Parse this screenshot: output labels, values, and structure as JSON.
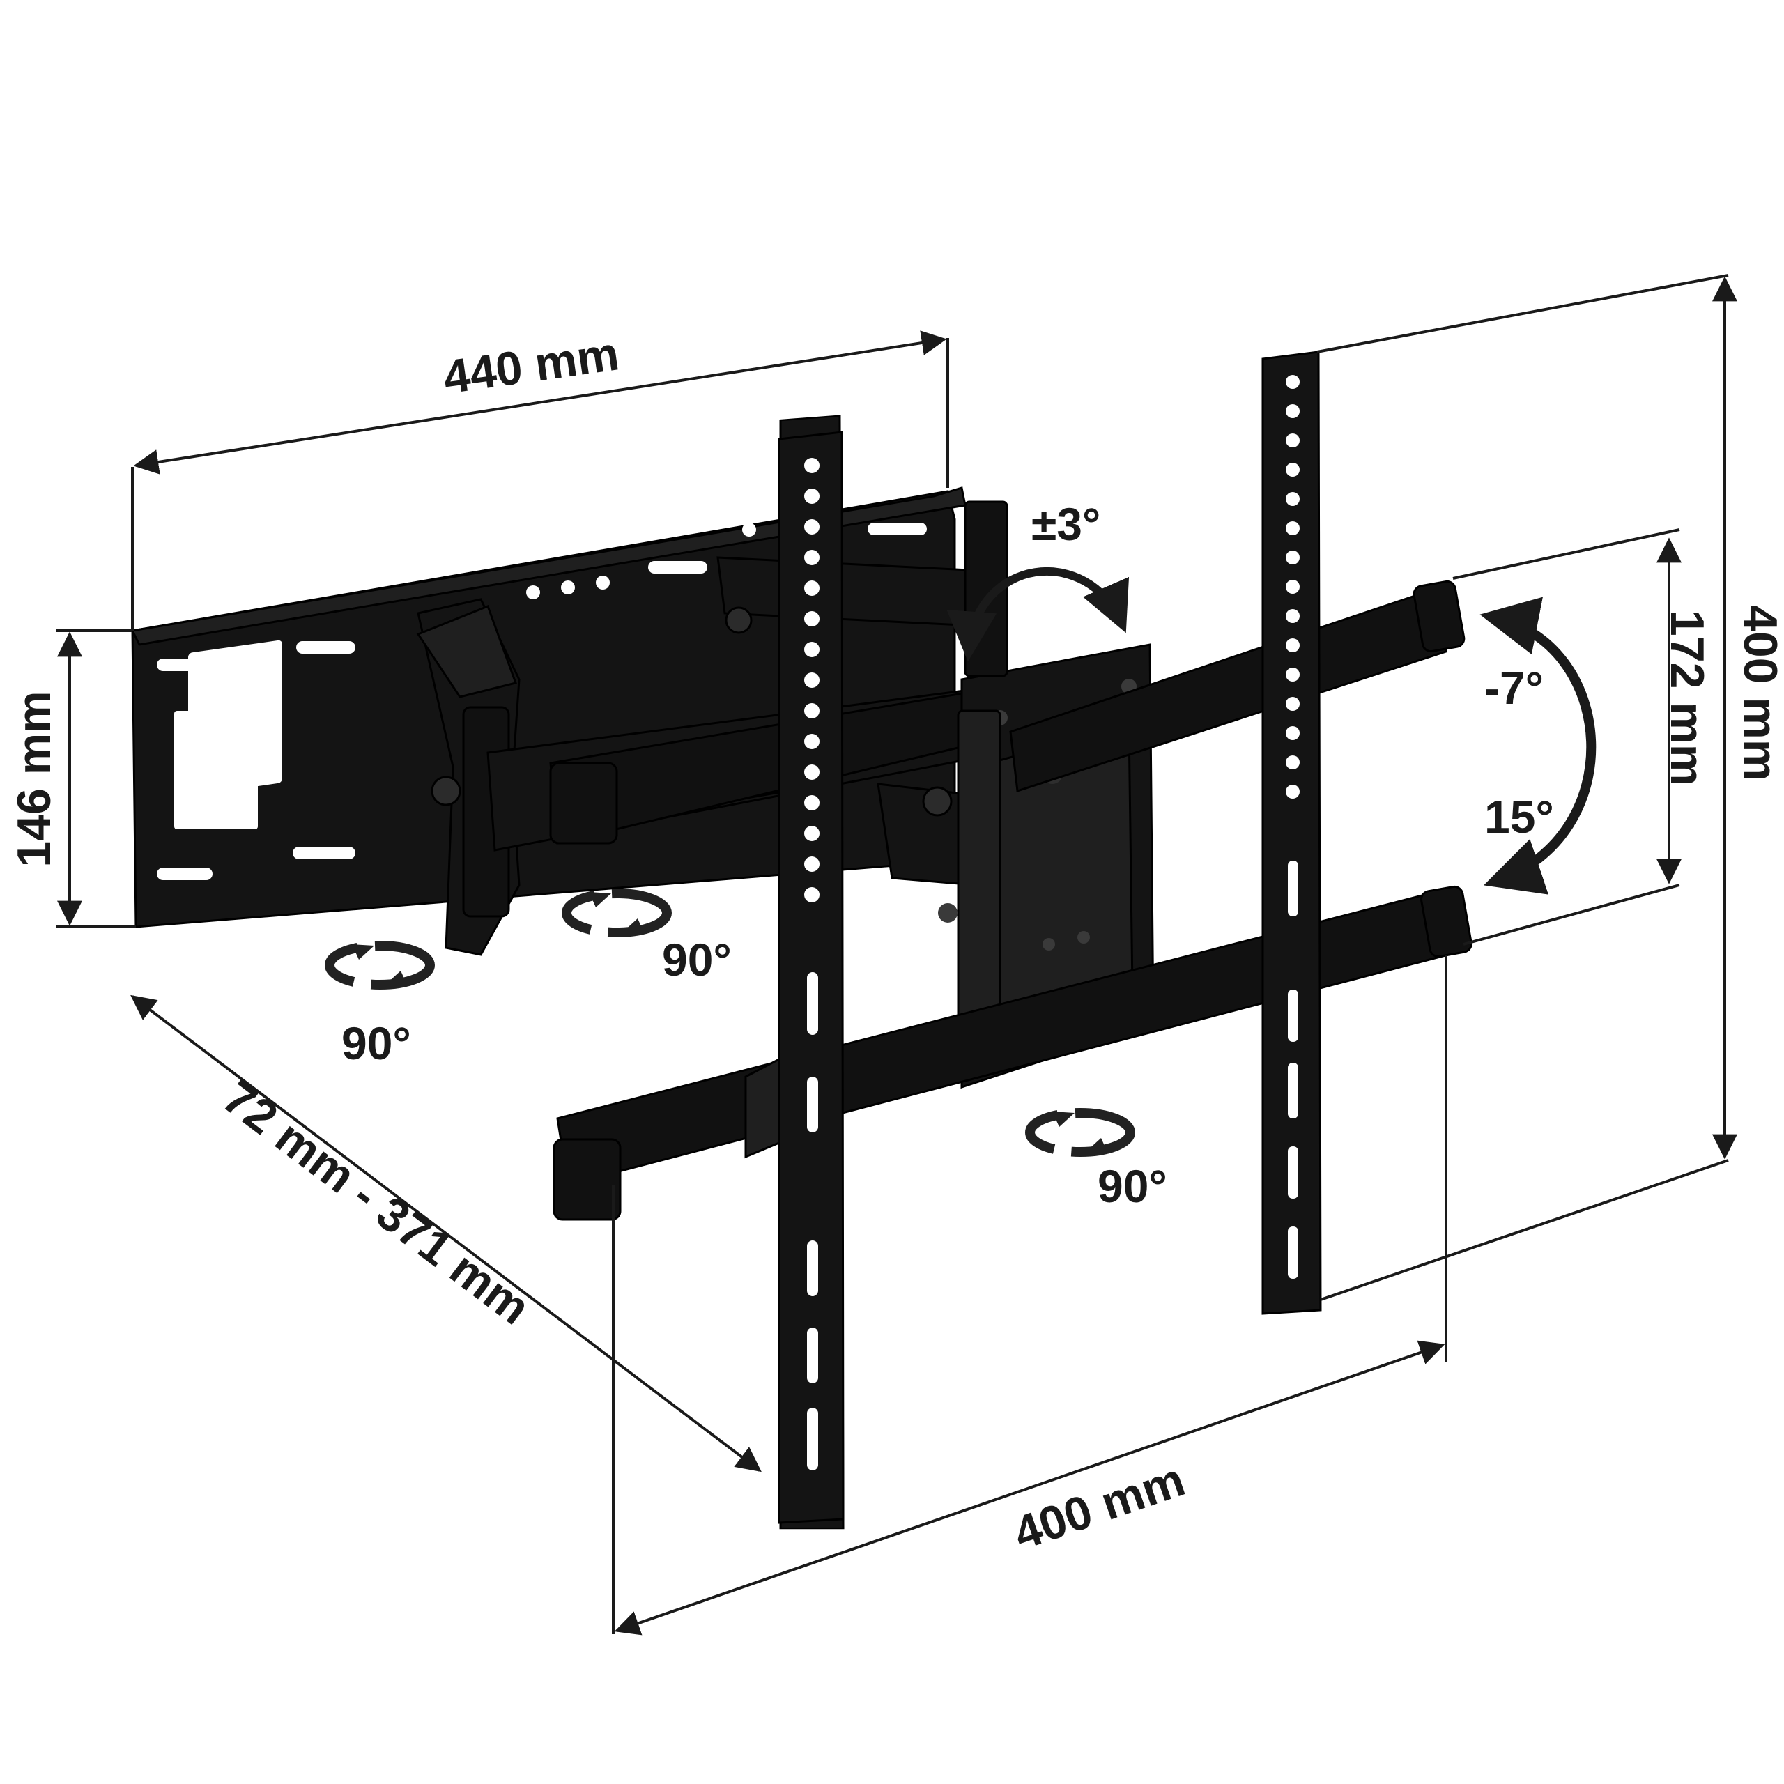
{
  "dimensions": {
    "arm_width": "440 mm",
    "wall_plate_height": "146 mm",
    "extension": "72 mm - 371 mm",
    "vesa_horizontal": "400 mm",
    "vesa_vertical": "400 mm",
    "rail_spacing": "172 mm"
  },
  "angles": {
    "level_adjust": "±3°",
    "tilt_up": "-7°",
    "tilt_down": "15°",
    "swivel_wall": "90°",
    "swivel_arm": "90°",
    "swivel_head": "90°"
  },
  "colors": {
    "metal": "#141414",
    "lines": "#1a1a1a",
    "background": "#ffffff"
  }
}
